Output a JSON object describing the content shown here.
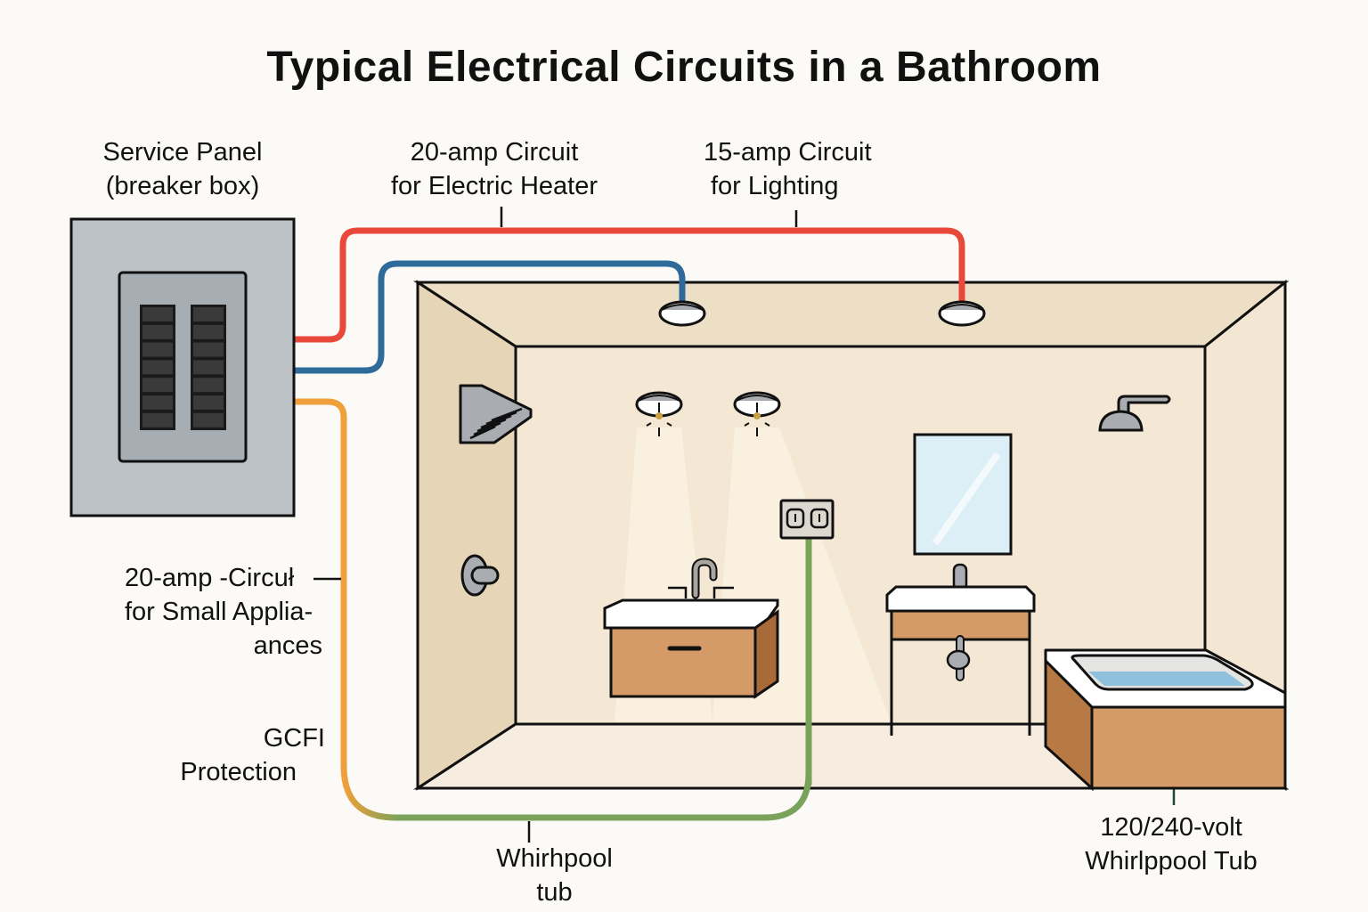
{
  "title": "Typical Electrical Circuits in a Bathroom",
  "labels": {
    "service_panel": [
      "Service Panel",
      "(breaker box)"
    ],
    "heater_circuit": [
      "20-amp Circuit",
      "for Electric Heater"
    ],
    "lighting_circuit": [
      "15-amp Circuit",
      "for Lighting"
    ],
    "small_appliances_circuit": [
      "20-amp  ‐Circuł",
      "for Small Applia-",
      "ances"
    ],
    "gcfi": [
      "GCFI",
      "Protection"
    ],
    "whirlpool_circuit": [
      "Whirhpool",
      "tub"
    ],
    "whirlpool_tub": [
      "120/240-volt",
      "Whirlppool Tub"
    ]
  },
  "wires": [
    {
      "id": "heater",
      "color": "#e8493a",
      "circuit": "20-amp Circuit for Electric Heater"
    },
    {
      "id": "lighting",
      "color": "#2f6b9a",
      "circuit": "15-amp Circuit for Lighting"
    },
    {
      "id": "appliances",
      "color": "#f0a03a",
      "circuit": "20-amp Circuit for Small Appliances"
    },
    {
      "id": "whirlpool",
      "color": "#7aa35a",
      "circuit": "Whirlpool tub"
    }
  ],
  "colors": {
    "panel_outer": "#bcc1c6",
    "panel_inner": "#a6adb3",
    "breaker": "#3a3a3a",
    "wall_back": "#f4e8d4",
    "wall_side": "#e6d5b6",
    "ceiling": "#ecdfc5",
    "cabinet": "#d49a68",
    "cabinet_dark": "#a86a38",
    "mirror": "#dceef6",
    "water": "#8fc1de",
    "fixture_grey": "#a9adb2"
  },
  "panel": {
    "breaker_columns": 2,
    "breakers_per_column": 7
  }
}
